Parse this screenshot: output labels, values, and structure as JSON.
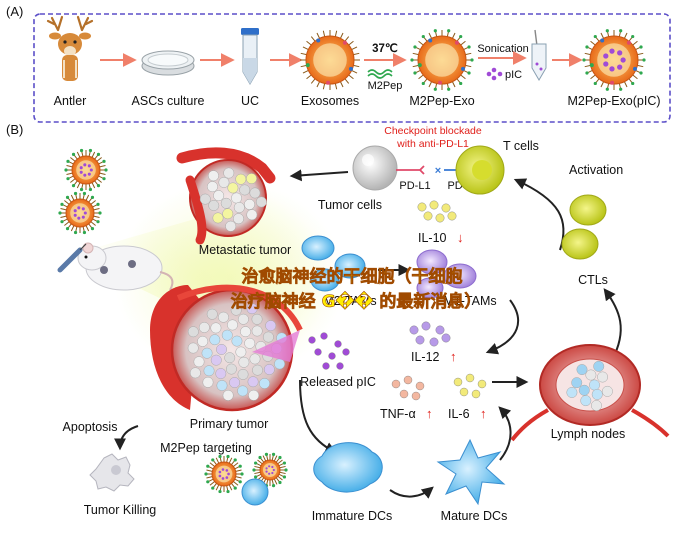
{
  "panel_a": {
    "label": "(A)",
    "steps": [
      "Antler",
      "ASCs culture",
      "UC",
      "Exosomes",
      "M2Pep-Exo",
      "M2Pep-Exo(pIC)"
    ],
    "temperature": "37℃",
    "peptide": "M2Pep",
    "sonication": "Sonication",
    "pic": "pIC"
  },
  "panel_b": {
    "label": "(B)",
    "checkpoint_line1": "Checkpoint blockade",
    "checkpoint_line2": "with anti-PD-L1",
    "t_cells": "T cells",
    "activation": "Activation",
    "pd_l1": "PD-L1",
    "pd_1": "PD-1",
    "tumor_cells": "Tumor cells",
    "metastatic_tumor": "Metastatic tumor",
    "il10": "IL-10",
    "m2_tams": "M2-TAMs",
    "m1_tams": "M1-TAMs",
    "ctls": "CTLs",
    "il12": "IL-12",
    "released_pic": "Released pIC",
    "tnf": "TNF-α",
    "il6": "IL-6",
    "primary_tumor": "Primary tumor",
    "apoptosis": "Apoptosis",
    "targeting": "M2Pep targeting",
    "tumor_killing": "Tumor Killing",
    "immature_dcs": "Immature DCs",
    "mature_dcs": "Mature DCs",
    "lymph_nodes": "Lymph nodes",
    "arrow_up": "↑",
    "arrow_down": "↓"
  },
  "overlay": {
    "line1": "治愈脑神经的干细胞（干细胞",
    "line2": "治疗脑神经 G�� 的最新消息）"
  },
  "colors": {
    "frame_dash": "#5b4fc8",
    "flow_arrow": "#f0806a",
    "label_red": "#e0201b",
    "overlay_text": "#ffee00",
    "tumor_red": "#d8322c"
  }
}
